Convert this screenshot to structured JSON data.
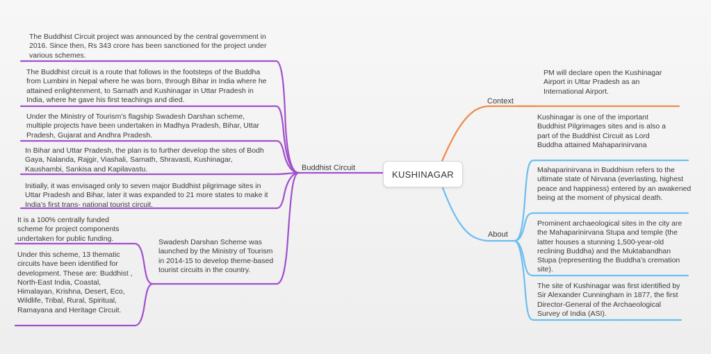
{
  "root": {
    "title": "KUSHINAGAR"
  },
  "colors": {
    "purple": "#a24fcd",
    "orange": "#f08a4b",
    "blue": "#6cbef0",
    "text": "#3b3b3b"
  },
  "branches": {
    "buddhist_circuit": {
      "label": "Buddhist Circuit",
      "notes": [
        "The Buddhist Circuit project was announced by the central government in 2016. Since then, Rs 343 crore has been sanctioned for the project under various schemes.",
        "The Buddhist circuit is a route that follows in the footsteps of the Buddha from Lumbini in Nepal where he was born, through Bihar in India where he attained enlightenment, to Sarnath and Kushinagar in Uttar Pradesh in India, where he gave his first teachings and died.",
        "Under the Ministry of Tourism’s flagship Swadesh Darshan scheme, multiple projects have been undertaken in Madhya Pradesh, Bihar, Uttar Pradesh, Gujarat and Andhra Pradesh.",
        "In Bihar and Uttar Pradesh, the plan is to further develop the sites of Bodh Gaya, Nalanda, Rajgir, Viashali, Sarnath, Shravasti, Kushinagar, Kaushambi, Sankisa and Kapilavastu.",
        "Initially, it was envisaged only to seven major Buddhist pilgrimage sites in Uttar Pradesh and Bihar, later it was expanded to 21 more states to make it India’s first trans- national tourist circuit."
      ],
      "swadesh": {
        "text": "Swadesh Darshan Scheme was launched by the Ministry of Tourism in 2014-15 to develop theme-based tourist circuits in the country.",
        "children": [
          "It is a 100% centrally funded scheme for project components undertaken for public funding.",
          "Under this scheme, 13 thematic circuits have been identified for development. These are: Buddhist , North-East India, Coastal, Himalayan, Krishna, Desert, Eco, Wildlife, Tribal, Rural, Spiritual, Ramayana and Heritage Circuit."
        ]
      }
    },
    "context": {
      "label": "Context",
      "notes": [
        "PM will declare open the Kushinagar Airport in Uttar Pradesh as an International Airport."
      ]
    },
    "about": {
      "label": "About",
      "notes": [
        "Kushinagar is one of the important Buddhist Pilgrimages sites and is also a part of the Buddhist Circuit as Lord Buddha attained Mahaparinirvana",
        "Mahaparinirvana in Buddhism refers to the ultimate state of Nirvana (everlasting, highest peace and happiness) entered by an awakened being at the moment of physical death.",
        "Prominent archaeological sites in the city are the Mahaparinirvana Stupa and temple (the latter houses a stunning 1,500-year-old reclining Buddha) and the Muktabandhan Stupa (representing the Buddha’s cremation site).",
        "The site of Kushinagar was first identified by Sir Alexander Cunningham in 1877, the first Director-General of the Archaeological Survey of India (ASI)."
      ]
    }
  }
}
